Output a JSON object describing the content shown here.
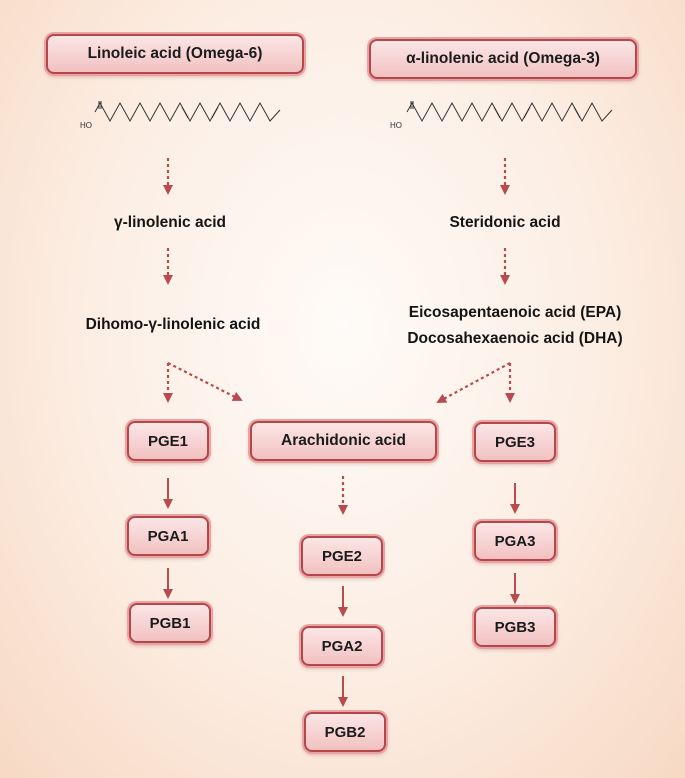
{
  "diagram": {
    "omega6": {
      "title": "Linoleic acid (Omega-6)"
    },
    "omega3": {
      "title": "α-linolenic acid (Omega-3)"
    },
    "structure_ho_label": "HO",
    "intermediates": {
      "gamma_linolenic": "γ-linolenic acid",
      "dihomo_gamma_linolenic": "Dihomo-γ-linolenic acid",
      "steridonic": "Steridonic acid",
      "epa": "Eicosapentaenoic acid (EPA)",
      "dha": "Docosahexaenoic acid (DHA)"
    },
    "arachidonic": "Arachidonic acid",
    "series1": [
      "PGE1",
      "PGA1",
      "PGB1"
    ],
    "series2": [
      "PGE2",
      "PGA2",
      "PGB2"
    ],
    "series3": [
      "PGE3",
      "PGA3",
      "PGB3"
    ],
    "colors": {
      "box_border": "#b3474a",
      "box_fill_top": "#fbe6e6",
      "box_fill_bottom": "#f2c1c1",
      "arrow": "#b94a4d",
      "background_center": "#fefbf8",
      "background_edge": "#f7d9c4"
    }
  }
}
